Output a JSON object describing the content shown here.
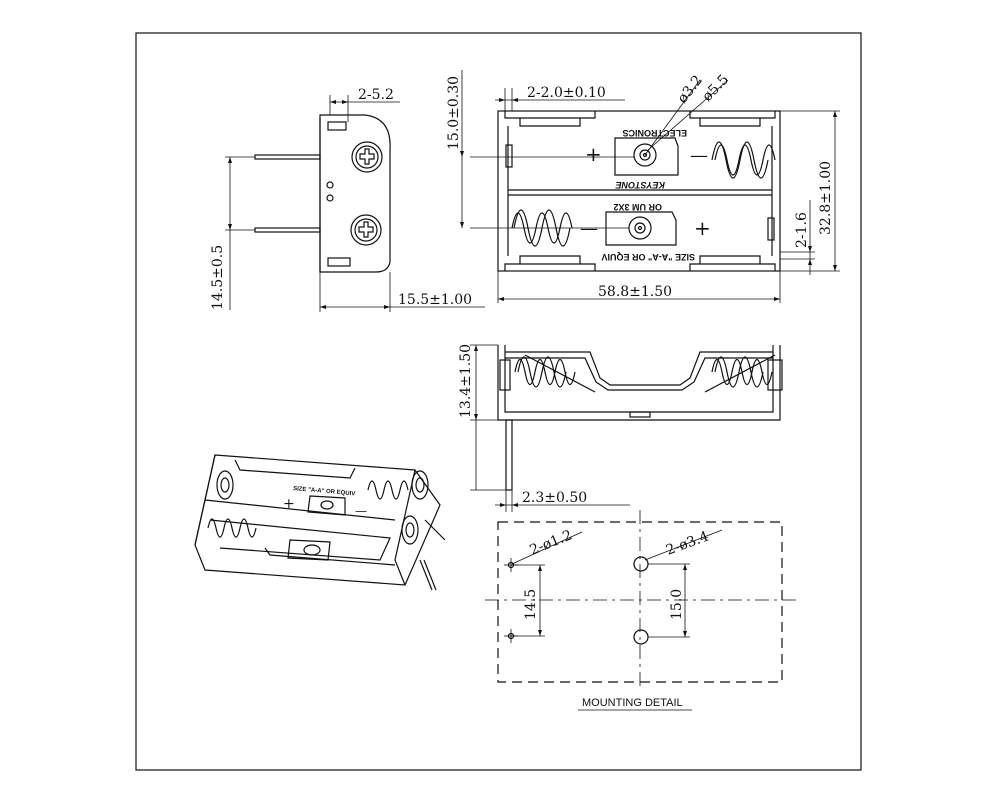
{
  "top_view": {
    "dim_terminals": "2-2.0±0.10",
    "dim_hole_small": "ø3.2",
    "dim_hole_large": "ø5.5",
    "dim_height": "15.0±0.30",
    "dim_width": "58.8±1.50",
    "dim_depth": "32.8±1.00",
    "dim_slot": "2-1.6",
    "text_brand": "ELECTRONICS",
    "text_mark": "KEYSTONE",
    "text_size": "SIZE \"A-A\" OR EQUIV",
    "text_orum": "OR UM 3X2",
    "plus": "+",
    "minus": "—"
  },
  "side_view_left": {
    "dim_top": "2-5.2",
    "dim_pitch": "14.5±0.5",
    "dim_depth": "15.5±1.00"
  },
  "front_view": {
    "dim_height": "13.4±1.50",
    "dim_pin": "2.3±0.50"
  },
  "mounting": {
    "dim_small_holes": "2-ø1.2",
    "dim_large_holes": "2-ø3.4",
    "dim_small_pitch": "14.5",
    "dim_large_pitch": "15.0",
    "title": "MOUNTING DETAIL"
  },
  "iso_view": {
    "text_size": "SIZE \"A-A\" OR EQUIV",
    "plus": "+",
    "minus": "—"
  }
}
